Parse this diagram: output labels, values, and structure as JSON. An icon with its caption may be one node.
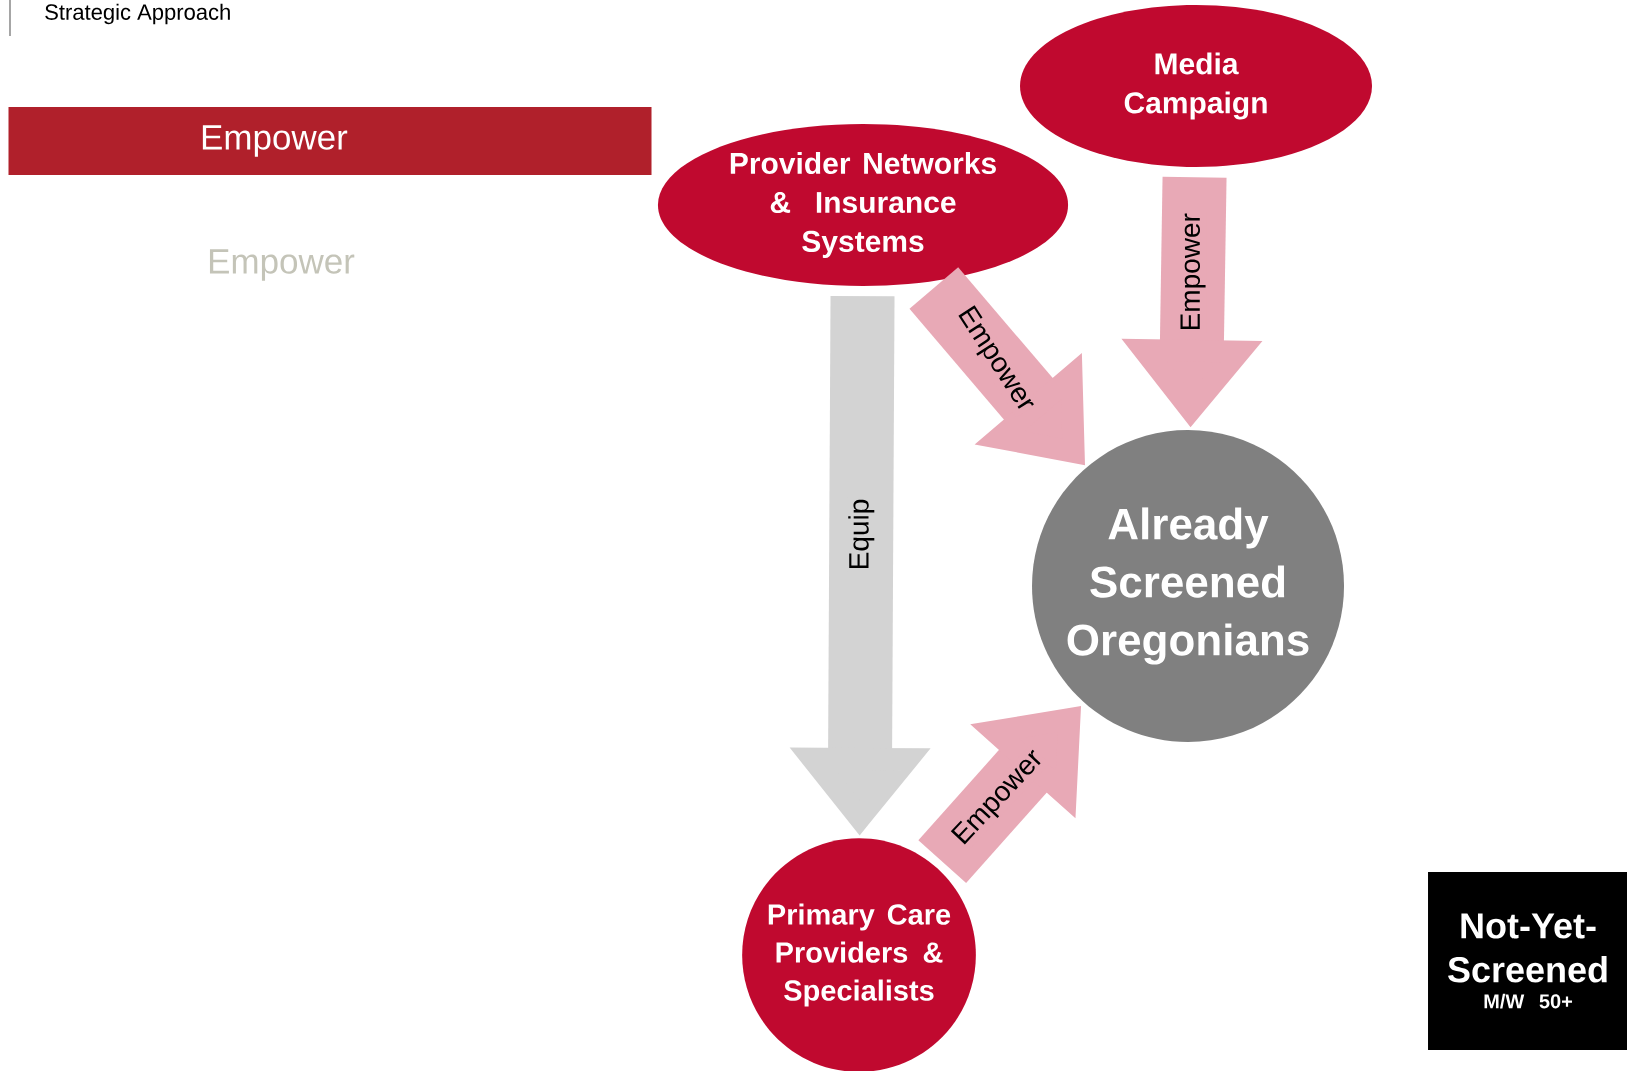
{
  "diagram": {
    "nodes": [
      {
        "text": [
          "Empower"
        ]
      },
      {
        "text": [
          "Media Campaign"
        ]
      },
      {
        "text": [
          "Provider Networks & Insurance Systems"
        ]
      },
      {
        "text": [
          "Already Screened Oregonians"
        ]
      },
      {
        "text": [
          "Primary Care Providers & Specialists"
        ]
      },
      {
        "text": [
          "Not-Yet-Screened",
          "M/W 50+"
        ]
      }
    ],
    "edges": [
      {
        "from": 2,
        "to": 4,
        "arrow": "to",
        "label": "Equip",
        "color": "#d3d3d3"
      },
      {
        "from": 2,
        "to": 3,
        "arrow": "to",
        "label": "Empower"
      },
      {
        "from": 1,
        "to": 3,
        "arrow": "to",
        "label": "Empower"
      },
      {
        "from": 4,
        "to": 3,
        "arrow": "to",
        "label": "Empower"
      }
    ],
    "labels": [
      "Strategic Approach",
      "Empower"
    ]
  }
}
